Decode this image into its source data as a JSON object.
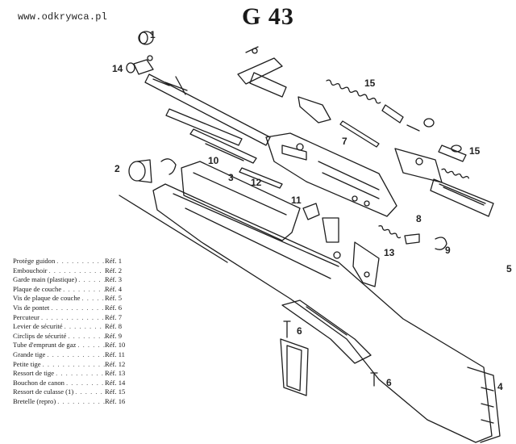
{
  "watermark": "www.odkrywca.pl",
  "title": "G 43",
  "callouts": [
    {
      "id": "c1",
      "text": "1"
    },
    {
      "id": "c14",
      "text": "14"
    },
    {
      "id": "c15a",
      "text": "15"
    },
    {
      "id": "c7",
      "text": "7"
    },
    {
      "id": "c15b",
      "text": "15"
    },
    {
      "id": "c2",
      "text": "2"
    },
    {
      "id": "c10",
      "text": "10"
    },
    {
      "id": "c3",
      "text": "3"
    },
    {
      "id": "c12",
      "text": "12"
    },
    {
      "id": "c11",
      "text": "11"
    },
    {
      "id": "c8",
      "text": "8"
    },
    {
      "id": "c9",
      "text": "9"
    },
    {
      "id": "c13",
      "text": "13"
    },
    {
      "id": "c6a",
      "text": "6"
    },
    {
      "id": "c6b",
      "text": "6"
    },
    {
      "id": "c4",
      "text": "4"
    },
    {
      "id": "c5",
      "text": "5"
    }
  ],
  "legend": [
    {
      "name": "Protège guidon",
      "ref": "Réf. 1"
    },
    {
      "name": "Embouchoir",
      "ref": "Réf. 2"
    },
    {
      "name": "Garde main (plastique)",
      "ref": "Réf. 3"
    },
    {
      "name": "Plaque de couche",
      "ref": "Réf. 4"
    },
    {
      "name": "Vis de plaque de couche",
      "ref": "Réf. 5"
    },
    {
      "name": "Vis de pontet",
      "ref": "Réf. 6"
    },
    {
      "name": "Percuteur",
      "ref": "Réf. 7"
    },
    {
      "name": "Levier de sécurité",
      "ref": "Réf. 8"
    },
    {
      "name": "Circlips de sécurité",
      "ref": "Réf. 9"
    },
    {
      "name": "Tube d'emprunt de gaz",
      "ref": "Réf. 10"
    },
    {
      "name": "Grande tige",
      "ref": "Réf. 11"
    },
    {
      "name": "Petite tige",
      "ref": "Réf. 12"
    },
    {
      "name": "Ressort de tige",
      "ref": "Réf. 13"
    },
    {
      "name": "Bouchon de canon",
      "ref": "Réf. 14"
    },
    {
      "name": "Ressort de culasse (1)",
      "ref": "Réf. 15"
    },
    {
      "name": "Bretelle (repro)",
      "ref": "Réf. 16"
    }
  ]
}
